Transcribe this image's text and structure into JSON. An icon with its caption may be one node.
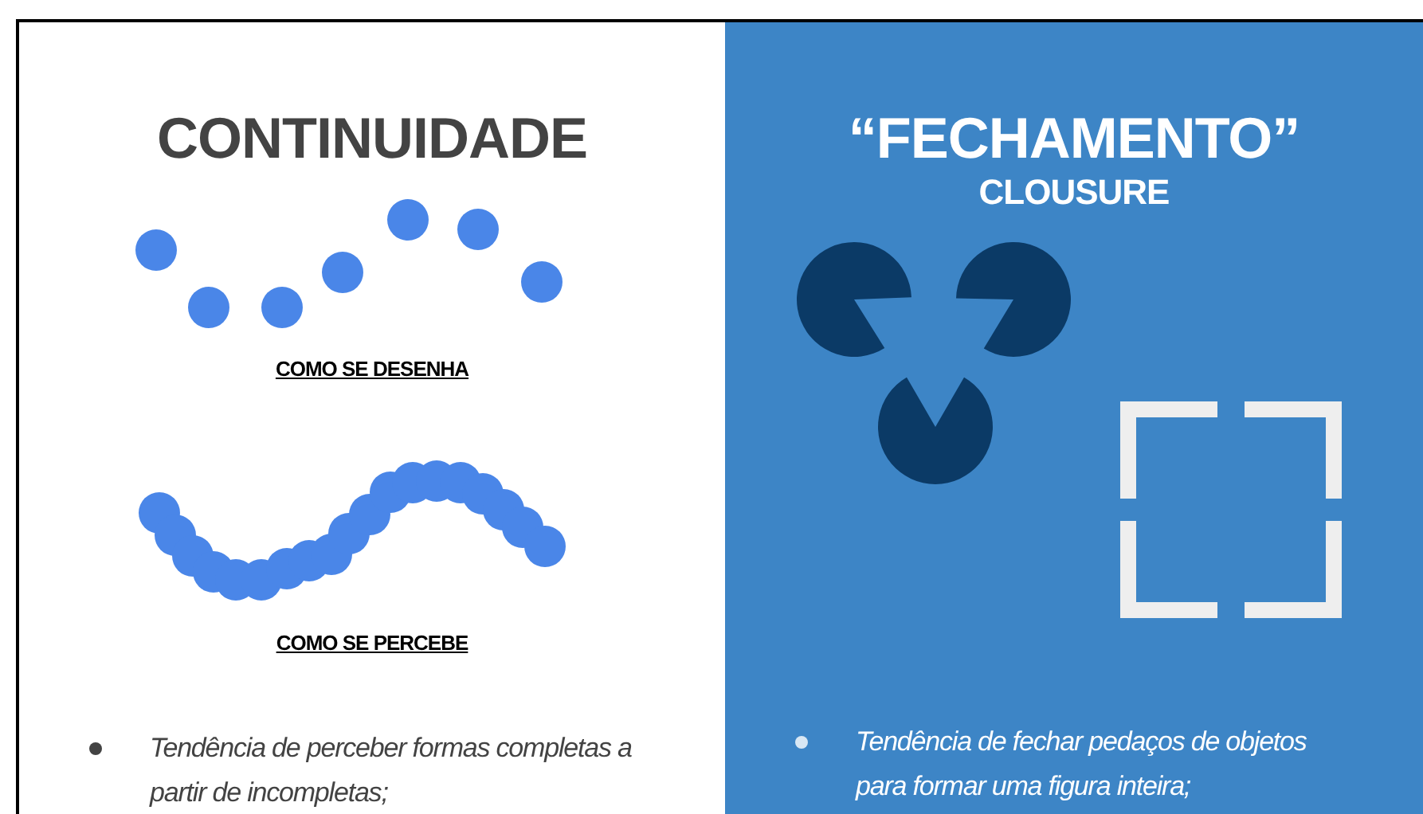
{
  "diagram": {
    "nodes": [
      {
        "text": [
          "CONTINUIDADE",
          "Tendência de perceber formas completas a partir de incompletas;"
        ]
      },
      {
        "text": [
          "“FECHAMENTO”",
          "CLOUSURE",
          "Tendência de fechar pedaços de objetos para formar uma figura inteira;"
        ]
      }
    ],
    "labels": [
      "COMO SE DESENHA",
      "COMO SE PERCEBE"
    ]
  }
}
